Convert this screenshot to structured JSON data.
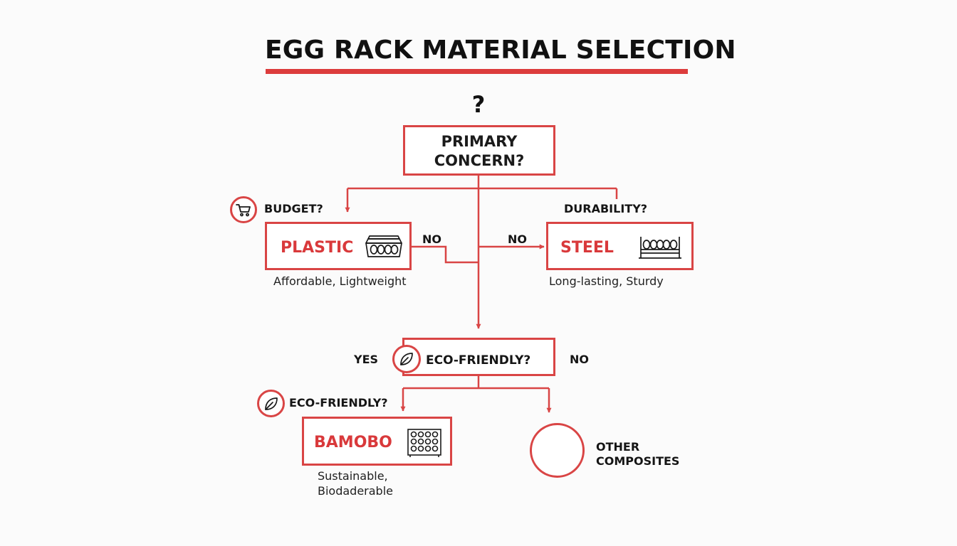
{
  "title": "EGG RACK MATERIAL SELECTION",
  "question_mark": "?",
  "primary": {
    "label": "PRIMARY\nCONCERN?"
  },
  "budget": {
    "question": "BUDGET?",
    "icon": "shopping-cart-icon"
  },
  "durability": {
    "question": "DURABILITY?"
  },
  "plastic": {
    "label": "PLASTIC",
    "desc": "Affordable, Lightweight",
    "icon": "egg-carton-icon"
  },
  "steel": {
    "label": "STEEL",
    "desc": "Long-lasting, Sturdy",
    "icon": "egg-rack-icon"
  },
  "branch_labels": {
    "no_left": "NO",
    "no_right": "NO",
    "yes": "YES",
    "no_eco": "NO"
  },
  "eco_box": {
    "label": "ECO-FRIENDLY?",
    "icon": "leaf-icon"
  },
  "eco_left": {
    "question": "ECO-FRIENDLY?",
    "icon": "leaf-icon"
  },
  "bamboo": {
    "label": "BAMOBO",
    "desc_line1": "Sustainable,",
    "desc_line2": "Biodaderable",
    "icon": "egg-grid-tray-icon"
  },
  "other": {
    "label_line1": "OTHER",
    "label_line2": "COMPOSITES"
  },
  "colors": {
    "accent": "#d94545",
    "text": "#111111",
    "background": "#fbfbfb"
  }
}
